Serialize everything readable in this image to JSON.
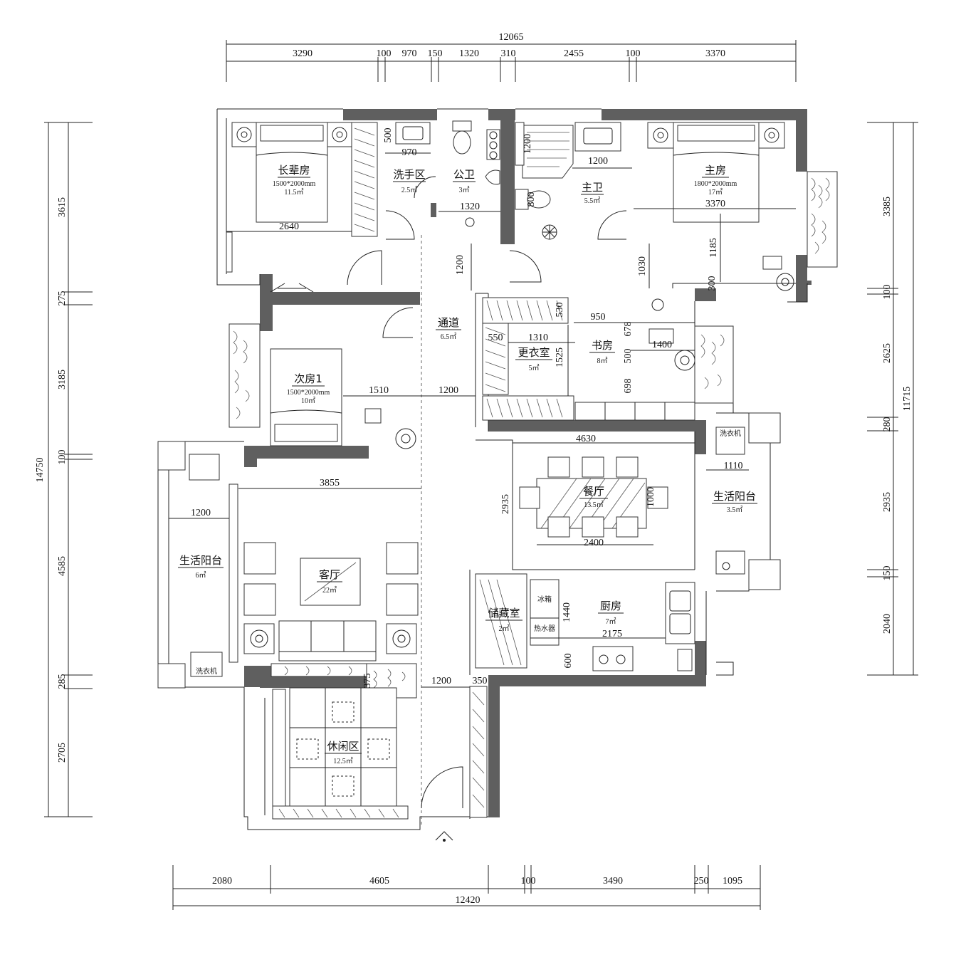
{
  "dimensions": {
    "top_total": "12065",
    "top": [
      "3290",
      "100",
      "970",
      "150",
      "1320",
      "310",
      "2455",
      "100",
      "3370"
    ],
    "bottom": [
      "2080",
      "4605",
      "100",
      "3490",
      "250",
      "1095"
    ],
    "bottom_total": "12420",
    "left_total": "14750",
    "left": [
      "3615",
      "275",
      "3185",
      "100",
      "4585",
      "285",
      "2705"
    ],
    "right_total": "11715",
    "right": [
      "3385",
      "100",
      "2625",
      "280",
      "2935",
      "150",
      "2040"
    ]
  },
  "rooms": {
    "elder_bedroom": {
      "name": "长辈房",
      "size": "1500*2000mm",
      "area": "11.5㎡"
    },
    "wash_area": {
      "name": "洗手区",
      "area": "2.5㎡"
    },
    "public_bath": {
      "name": "公卫",
      "area": "3㎡"
    },
    "master_bath": {
      "name": "主卫",
      "area": "5.5㎡"
    },
    "master_bedroom": {
      "name": "主房",
      "size": "1800*2000mm",
      "area": "17㎡"
    },
    "corridor": {
      "name": "通道",
      "area": "6.5㎡"
    },
    "walk_in_closet": {
      "name": "更衣室",
      "area": "5㎡"
    },
    "study": {
      "name": "书房",
      "area": "8㎡"
    },
    "second_bedroom": {
      "name": "次房1",
      "size": "1500*2000mm",
      "area": "10㎡"
    },
    "dining": {
      "name": "餐厅",
      "area": "13.5㎡"
    },
    "service_balcony_right": {
      "name": "生活阳台",
      "area": "3.5㎡"
    },
    "service_balcony_left": {
      "name": "生活阳台",
      "area": "6㎡"
    },
    "living_room": {
      "name": "客厅",
      "area": "22㎡"
    },
    "storage": {
      "name": "储藏室",
      "area": "2㎡"
    },
    "kitchen": {
      "name": "厨房",
      "area": "7㎡"
    },
    "leisure": {
      "name": "休闲区",
      "area": "12.5㎡"
    }
  },
  "inner_dims": {
    "d500a": "500",
    "d970": "970",
    "d1320a": "1320",
    "d1200top": "1200",
    "d1320b": "1320",
    "d1200v": "1200",
    "d800": "800",
    "d1200w": "1200",
    "d3370": "3370",
    "d2640": "2640",
    "d1200c": "1200",
    "d1030": "1030",
    "d1185": "1185",
    "d300": "300",
    "d530": "530",
    "d950": "950",
    "d678": "678",
    "d550": "550",
    "d1310": "1310",
    "d1525": "1525",
    "d500b": "500",
    "d1400": "1400",
    "d698": "698",
    "d1510": "1510",
    "d1200d": "1200",
    "d4630": "4630",
    "d1110": "1110",
    "d3855": "3855",
    "d2935": "2935",
    "d1000": "1000",
    "d2400": "2400",
    "d1200e": "1200",
    "d1440": "1440",
    "d2175": "2175",
    "d600": "600",
    "d375": "375",
    "d1200f": "1200",
    "d350": "350"
  },
  "labels": {
    "washer_left": "洗衣机",
    "washer_right": "洗衣机",
    "fridge": "冰箱",
    "water_heater": "热水器"
  }
}
